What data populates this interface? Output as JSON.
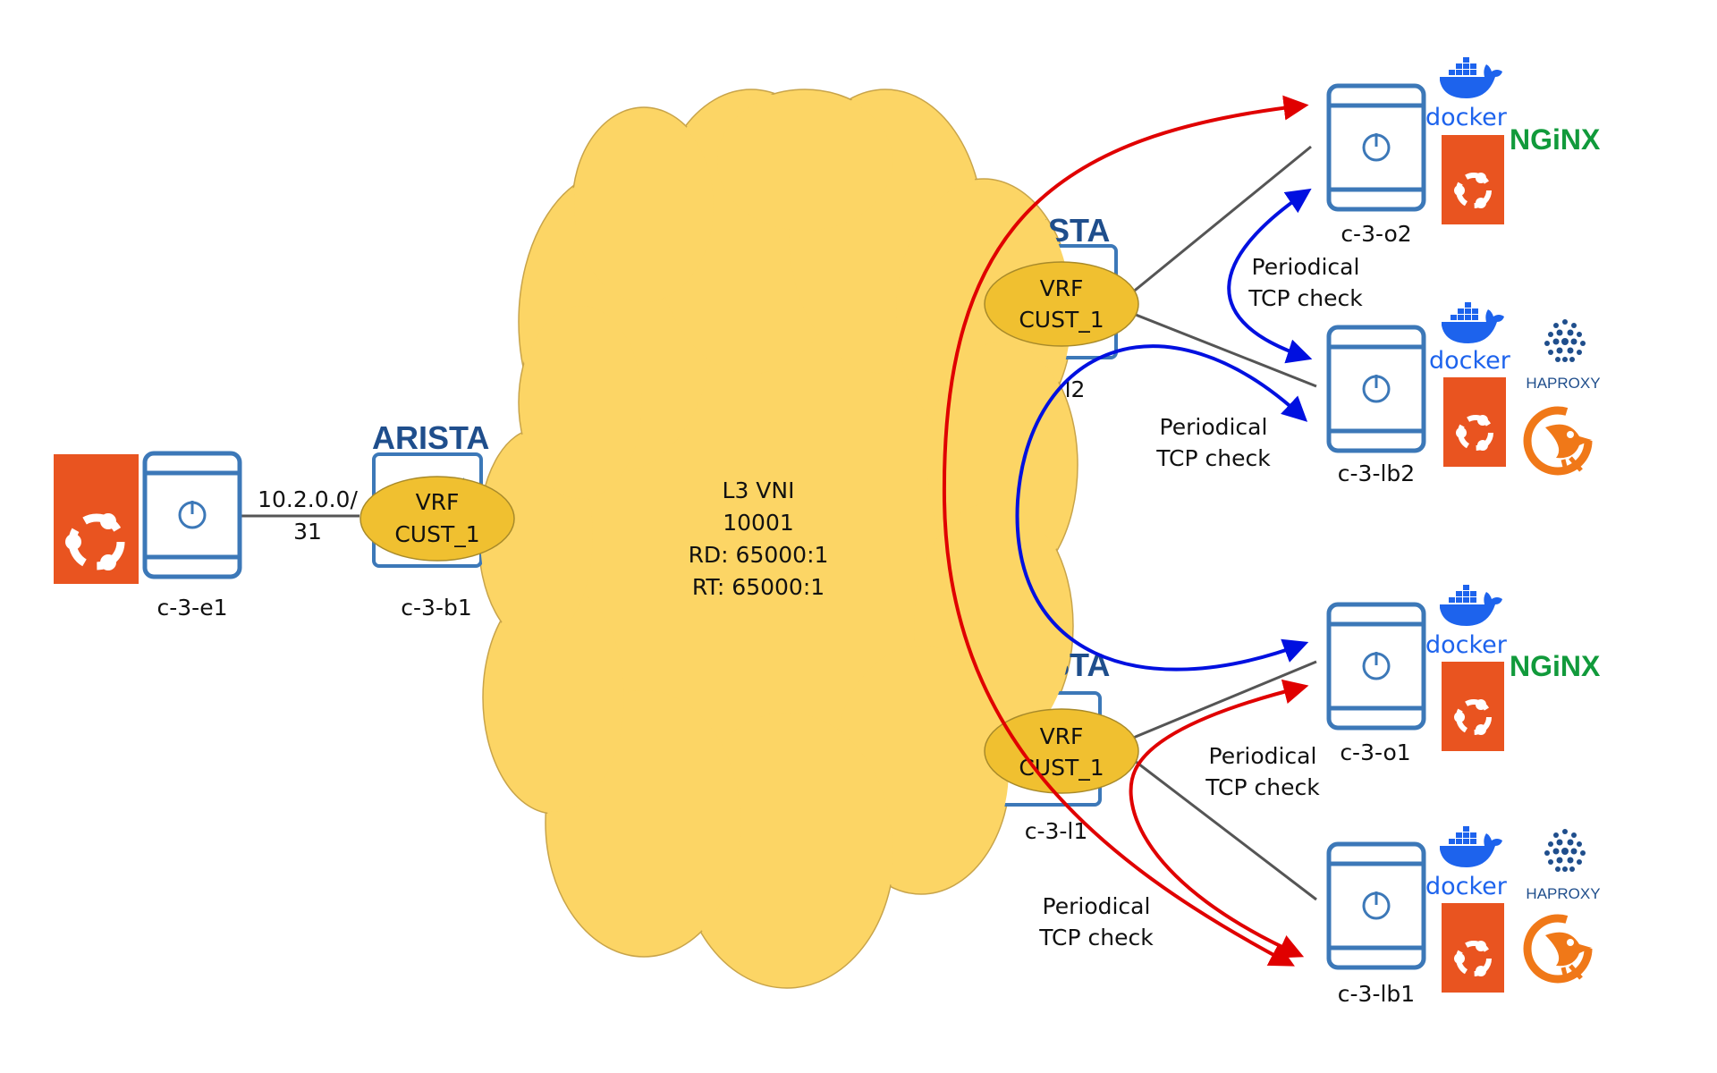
{
  "colors": {
    "cloud": "#fcd565",
    "vrf": "#f0c030",
    "server": "#3c78b8",
    "ubuntu": "#e95420",
    "red_arrow": "#e00000",
    "blue_arrow": "#0010e0",
    "link": "#555555",
    "docker": "#1d63ed",
    "nginx": "#119a3b",
    "haproxy_bird": "#f07818"
  },
  "icons": {
    "server": "server-icon",
    "ubuntu": "ubuntu-icon",
    "docker": "docker-whale-icon",
    "haproxy": "haproxy-bird-icon",
    "arista_switch": "arista-switch-icon"
  },
  "cloud": {
    "title": "L3 VNI",
    "vni": "10001",
    "rd": "RD: 65000:1",
    "rt": "RT: 65000:1"
  },
  "link_label": {
    "line1": "10.2.0.0/",
    "line2": "31"
  },
  "vrf": {
    "line1": "VRF",
    "line2": "CUST_1"
  },
  "brands": {
    "arista": "ARISTA",
    "docker": "docker",
    "nginx": "NGiNX",
    "haproxy": "HAPROXY"
  },
  "nodes": {
    "e1": "c-3-e1",
    "b1": "c-3-b1",
    "l2": "l2",
    "l1": "c-3-l1",
    "o2": "c-3-o2",
    "lb2": "c-3-lb2",
    "o1": "c-3-o1",
    "lb1": "c-3-lb1"
  },
  "checks": [
    {
      "line1": "Periodical",
      "line2": "TCP check"
    },
    {
      "line1": "Periodical",
      "line2": "TCP check"
    },
    {
      "line1": "Periodical",
      "line2": "TCP check"
    },
    {
      "line1": "Periodical",
      "line2": "TCP check"
    }
  ]
}
